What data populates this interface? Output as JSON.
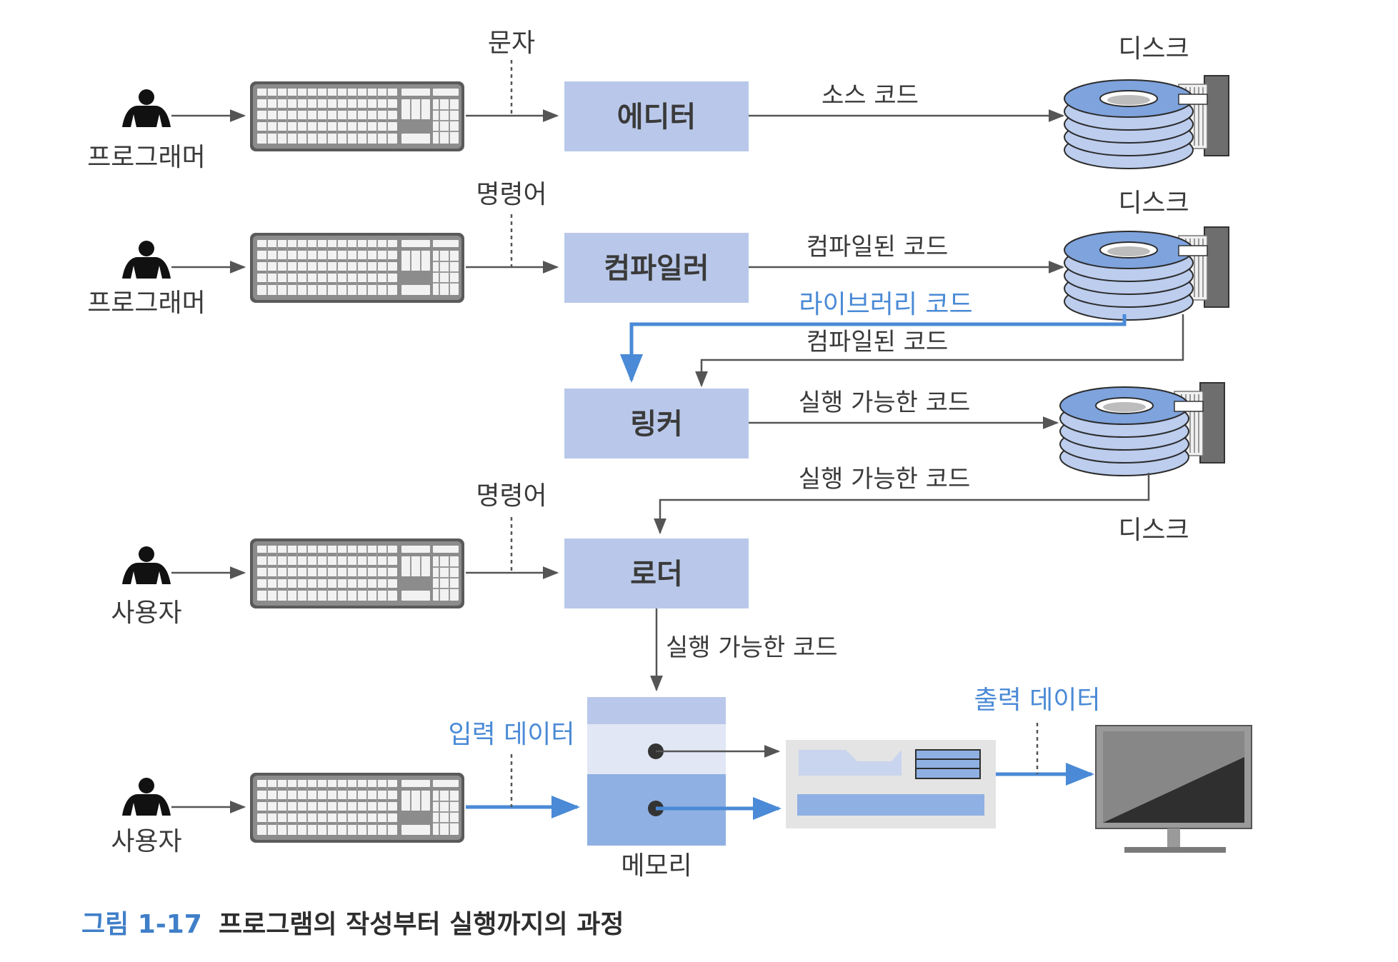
{
  "colors": {
    "box_fill": "#b9c8ea",
    "blue_line": "#4a8ad6",
    "gray_line": "#555555",
    "disk_blue": "#7ea3dd",
    "disk_light": "#c7d5f0"
  },
  "actors": {
    "programmer_1": "프로그래머",
    "programmer_2": "프로그래머",
    "user_1": "사용자",
    "user_2": "사용자"
  },
  "annotations": {
    "character": "문자",
    "command_1": "명령어",
    "command_2": "명령어",
    "input_data": "입력 데이터",
    "output_data": "출력 데이터"
  },
  "boxes": {
    "editor": "에디터",
    "compiler": "컴파일러",
    "linker": "링커",
    "loader": "로더",
    "memory": "메모리"
  },
  "disks": {
    "disk_1": "디스크",
    "disk_2": "디스크",
    "disk_3": "디스크"
  },
  "flows": {
    "source_code": "소스 코드",
    "compiled_code_out": "컴파일된 코드",
    "library_code": "라이브러리 코드",
    "compiled_code_in": "컴파일된 코드",
    "exec_code_out": "실행 가능한 코드",
    "exec_code_in": "실행 가능한 코드",
    "exec_code_mem": "실행 가능한 코드"
  },
  "caption": {
    "number": "그림 1-17",
    "text": "프로그램의 작성부터 실행까지의 과정"
  }
}
